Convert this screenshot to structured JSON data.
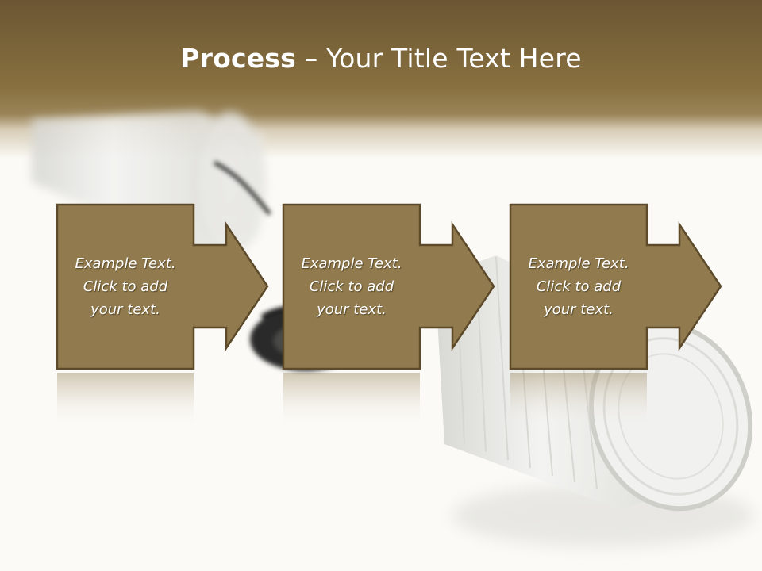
{
  "title": {
    "bold": "Process",
    "separator": " – ",
    "rest": "Your Title Text Here"
  },
  "steps": [
    {
      "text": "Example Text.\nClick  to add\nyour text."
    },
    {
      "text": "Example Text.\nClick  to add\nyour text."
    },
    {
      "text": "Example Text.\nClick  to add\nyour text."
    }
  ],
  "colors": {
    "header_dark": "#6b5633",
    "header_mid": "#8e7548",
    "box_fill": "#917b4e",
    "box_border": "#5c4a2a",
    "background": "#fbfaf6"
  },
  "background_image": "tin-can-telephone"
}
